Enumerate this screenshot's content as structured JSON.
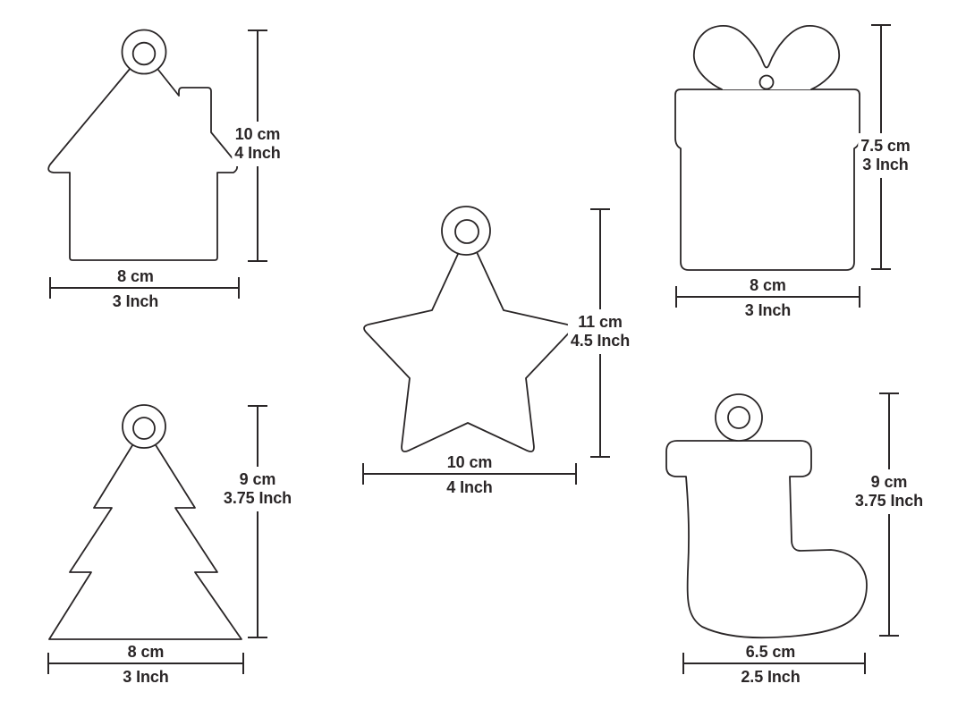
{
  "canvas": {
    "background": "#ffffff",
    "ink_color": "#2a2627"
  },
  "ornaments": [
    {
      "shape": "house",
      "height": {
        "cm": "10 cm",
        "inch": "4 Inch"
      },
      "width": {
        "cm": "8 cm",
        "inch": "3 Inch"
      }
    },
    {
      "shape": "gift-box",
      "height": {
        "cm": "7.5 cm",
        "inch": "3 Inch"
      },
      "width": {
        "cm": "8 cm",
        "inch": "3 Inch"
      }
    },
    {
      "shape": "star",
      "height": {
        "cm": "11 cm",
        "inch": "4.5 Inch"
      },
      "width": {
        "cm": "10 cm",
        "inch": "4 Inch"
      }
    },
    {
      "shape": "christmas-tree",
      "height": {
        "cm": "9 cm",
        "inch": "3.75 Inch"
      },
      "width": {
        "cm": "8 cm",
        "inch": "3 Inch"
      }
    },
    {
      "shape": "stocking",
      "height": {
        "cm": "9 cm",
        "inch": "3.75 Inch"
      },
      "width": {
        "cm": "6.5 cm",
        "inch": "2.5 Inch"
      }
    }
  ]
}
